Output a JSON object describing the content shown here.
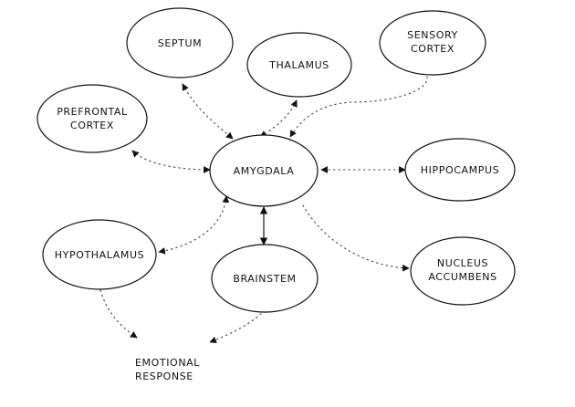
{
  "nodes": {
    "septum": [
      "SEPTUM"
    ],
    "thalamus": [
      "THALAMUS"
    ],
    "sensory_cortex": [
      "SENSORY",
      "CORTEX"
    ],
    "prefrontal_cortex": [
      "PREFRONTAL",
      "CORTEX"
    ],
    "amygdala": [
      "AMYGDALA"
    ],
    "hippocampus": [
      "HIPPOCAMPUS"
    ],
    "hypothalamus": [
      "HYPOTHALAMUS"
    ],
    "brainstem": [
      "BRAINSTEM"
    ],
    "nucleus_accumbens": [
      "NUCLEUS",
      "ACCUMBENS"
    ]
  },
  "outputs": {
    "emotional_response": [
      "EMOTIONAL",
      "RESPONSE"
    ]
  },
  "colors": {
    "ink": "#111111",
    "dotted": "#444444",
    "background": "#ffffff"
  }
}
